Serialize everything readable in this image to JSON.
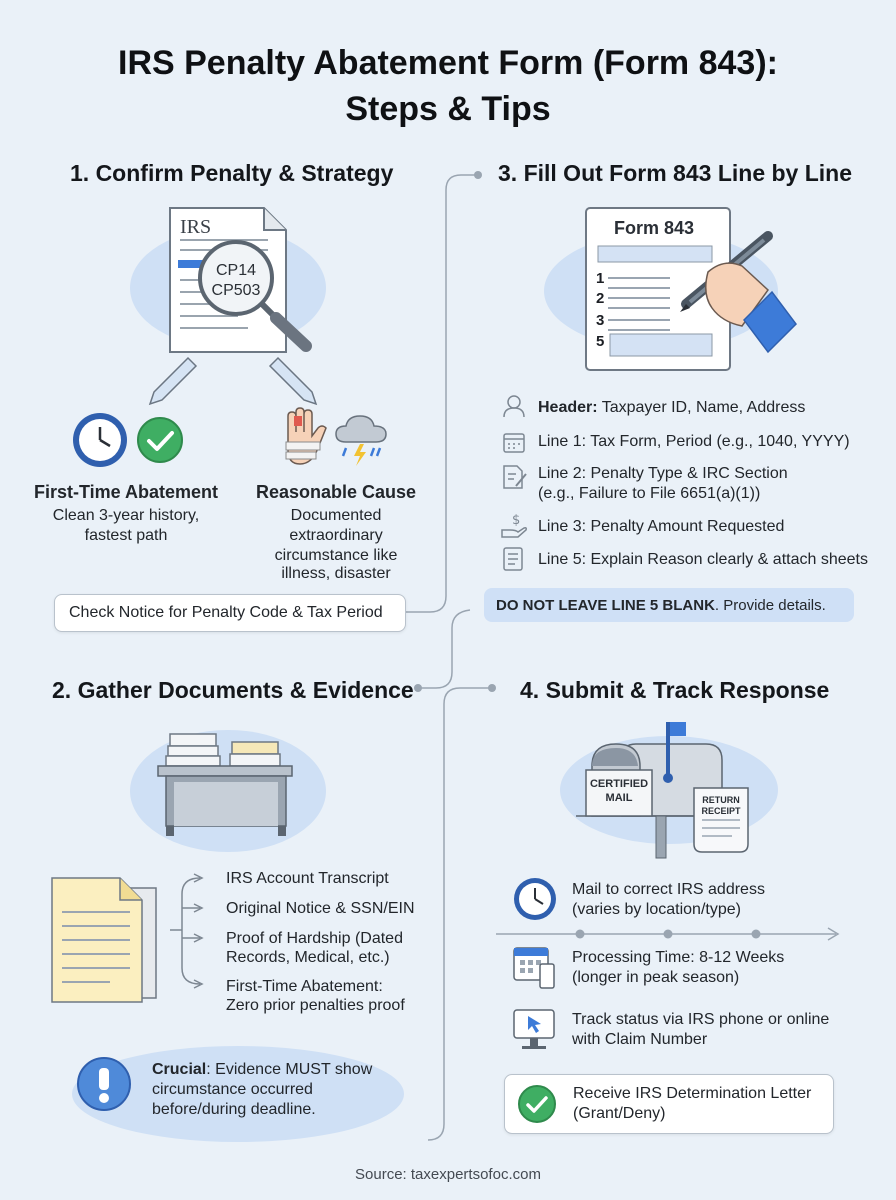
{
  "title_line1": "IRS Penalty Abatement Form (Form 843):",
  "title_line2": "Steps & Tips",
  "section1": {
    "heading": "1. Confirm Penalty & Strategy",
    "notice_brand": "IRS",
    "notice_codes": [
      "CP14",
      "CP503"
    ],
    "fta_title": "First-Time Abatement",
    "fta_desc": [
      "Clean 3-year history,",
      "fastest path"
    ],
    "rc_title": "Reasonable Cause",
    "rc_desc": [
      "Documented",
      "extraordinary",
      "circumstance like",
      "illness, disaster"
    ],
    "check_box": "Check Notice for Penalty Code & Tax Period"
  },
  "section2": {
    "heading": "2. Gather Documents & Evidence",
    "items": [
      [
        "IRS Account Transcript"
      ],
      [
        "Original Notice & SSN/EIN"
      ],
      [
        "Proof of Hardship (Dated",
        "Records, Medical, etc.)"
      ],
      [
        "First-Time Abatement:",
        "Zero prior penalties proof"
      ]
    ],
    "crucial_bold": "Crucial",
    "crucial_rest": ": Evidence MUST show",
    "crucial_line2": "circumstance occurred",
    "crucial_line3": "before/during deadline."
  },
  "section3": {
    "heading": "3. Fill Out Form 843 Line by Line",
    "form_title": "Form 843",
    "form_lines": [
      "1",
      "2",
      "3",
      "5"
    ],
    "header_bold": "Header:",
    "header_rest": " Taxpayer ID, Name, Address",
    "line1": "Line 1: Tax Form, Period (e.g., 1040, YYYY)",
    "line2a": "Line 2: Penalty Type & IRC Section",
    "line2b": "(e.g., Failure to File 6651(a)(1))",
    "line3": "Line 3: Penalty Amount Requested",
    "line5": "Line 5: Explain Reason clearly & attach sheets",
    "warn_bold": "DO NOT LEAVE LINE 5 BLANK",
    "warn_rest": ". Provide details."
  },
  "section4": {
    "heading": "4. Submit & Track Response",
    "certified": [
      "CERTIFIED",
      "MAIL"
    ],
    "receipt": [
      "RETURN",
      "RECEIPT"
    ],
    "mail": [
      "Mail to correct IRS address",
      "(varies by location/type)"
    ],
    "processing": [
      "Processing Time: 8-12 Weeks",
      "(longer in peak season)"
    ],
    "track": [
      "Track status via IRS phone or online",
      "with Claim Number"
    ],
    "receive": [
      "Receive IRS Determination Letter",
      "(Grant/Deny)"
    ]
  },
  "source": "Source: taxexpertsofoc.com",
  "colors": {
    "background": "#eaf1f8",
    "accent_blue": "#3d7bd8",
    "light_blue": "#cfe0f5",
    "success_green": "#3fae63",
    "warning_blue": "#4f8ad9"
  }
}
